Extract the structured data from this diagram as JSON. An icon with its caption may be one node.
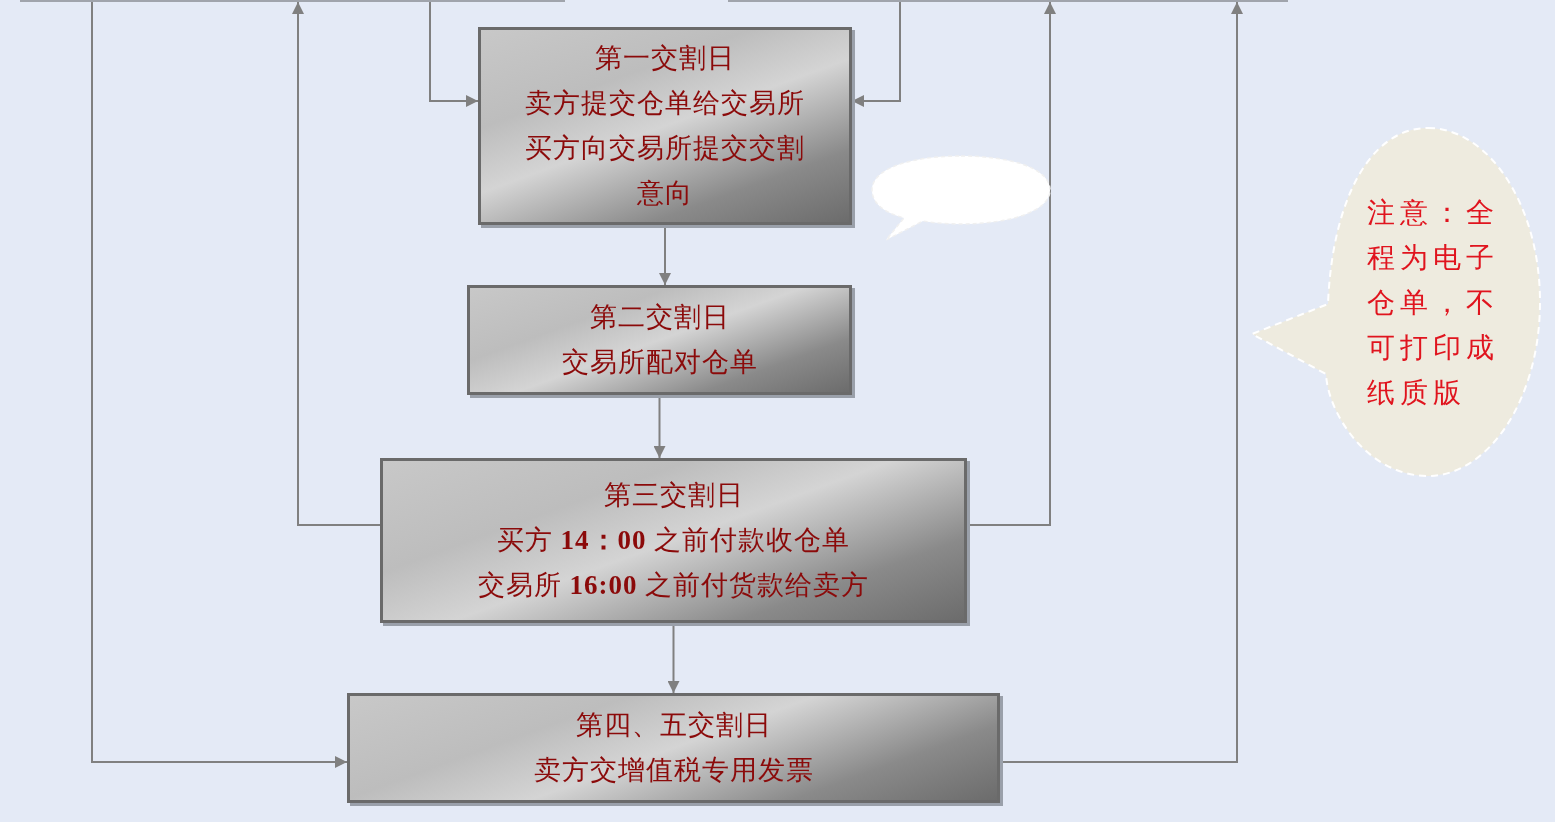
{
  "diagram": {
    "nodes": [
      {
        "text": [],
        "shape": "box"
      },
      {
        "text": [],
        "shape": "box"
      },
      {
        "text": [
          "第一交割日",
          "卖方提交仓单给交易所",
          "买方向交易所提交交割意向"
        ]
      },
      {
        "text": [
          "第二交割日",
          "交易所配对仓单"
        ]
      },
      {
        "text": [
          "第三交割日",
          "买方 **14：00** 之前付款收仓单",
          "交易所 **16:00** 之前付货款给卖方"
        ]
      },
      {
        "text": [
          "第四、五交割日",
          "卖方交增值税专用发票"
        ]
      },
      {
        "text": [],
        "shape": "cloud"
      },
      {
        "text": [
          "注意：全程为电子仓单，不可打印成纸质版"
        ]
      }
    ],
    "edges": [
      {
        "from": 0,
        "to": 5,
        "arrow": "to"
      },
      {
        "from": 4,
        "to": 0,
        "arrow": "to"
      },
      {
        "from": 0,
        "to": 2,
        "arrow": "to"
      },
      {
        "from": 1,
        "to": 2,
        "arrow": "to"
      },
      {
        "from": 4,
        "to": 1,
        "arrow": "to"
      },
      {
        "from": 5,
        "to": 1,
        "arrow": "to"
      },
      {
        "from": 2,
        "to": 3,
        "arrow": "to"
      },
      {
        "from": 3,
        "to": 4,
        "arrow": "to"
      },
      {
        "from": 4,
        "to": 5,
        "arrow": "to"
      }
    ]
  }
}
